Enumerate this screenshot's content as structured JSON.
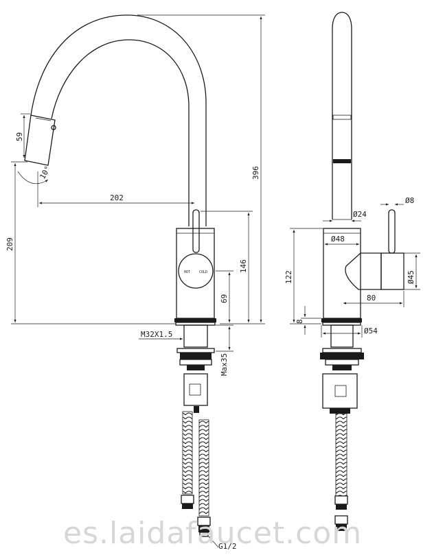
{
  "side_view": {
    "dim_spout_height": "396",
    "dim_reach": "202",
    "dim_total_height": "209",
    "dim_nozzle": "59",
    "dim_angle": "10°",
    "dim_body_height": "146",
    "dim_lever_center": "69",
    "dim_thread": "M32X1.5",
    "dim_max_thickness": "Max35",
    "dim_hose_fitting": "G1/2",
    "label_hot": "HOT",
    "label_cold": "COLD"
  },
  "front_view": {
    "dim_spout_dia": "Ø24",
    "dim_handle_dia": "Ø8",
    "dim_body_dia": "Ø48",
    "dim_body_height": "122",
    "dim_lever_dia": "Ø45",
    "dim_lever_reach": "80",
    "dim_base_height": "8",
    "dim_base_dia": "Ø54"
  },
  "watermark": "es.laidafaucet.com"
}
